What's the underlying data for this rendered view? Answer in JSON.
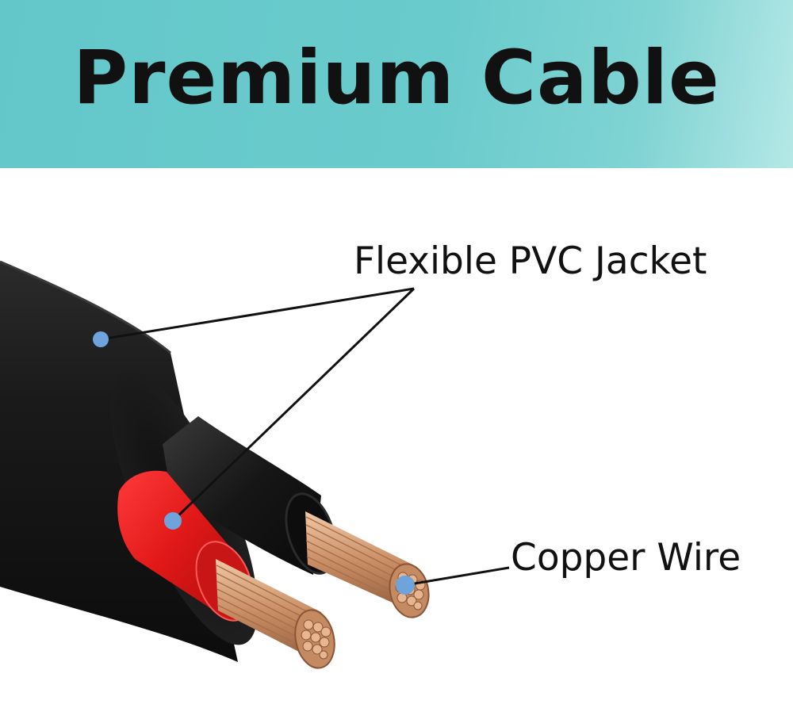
{
  "banner": {
    "title": "Premium Cable",
    "background_color": "#6acbcc"
  },
  "labels": {
    "jacket": "Flexible PVC Jacket",
    "copper": "Copper Wire"
  },
  "colors": {
    "outer_jacket": "#141414",
    "red_insulation": "#e21b1b",
    "black_insulation": "#151515",
    "copper": "#c98d64",
    "marker": "#6fa3dc",
    "leader_line": "#111111"
  }
}
